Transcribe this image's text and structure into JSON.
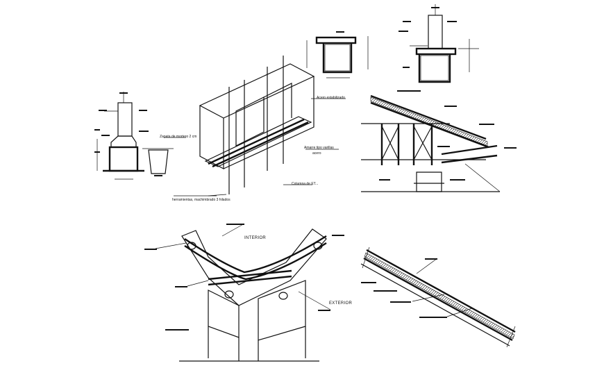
{
  "drawing": {
    "labels": {
      "ridge_bar": "Acero estabilizado",
      "rebar_note": "Amarre tipo varillas",
      "rebar_note_2": "acero",
      "wood_column": "Columna de ET...",
      "base_note": "herramientas, machimbrado 3 hilados",
      "footing_note": "Zapata de mortero 2 cm",
      "interior": "INTERIOR",
      "exterior": "EXTERIOR"
    }
  }
}
